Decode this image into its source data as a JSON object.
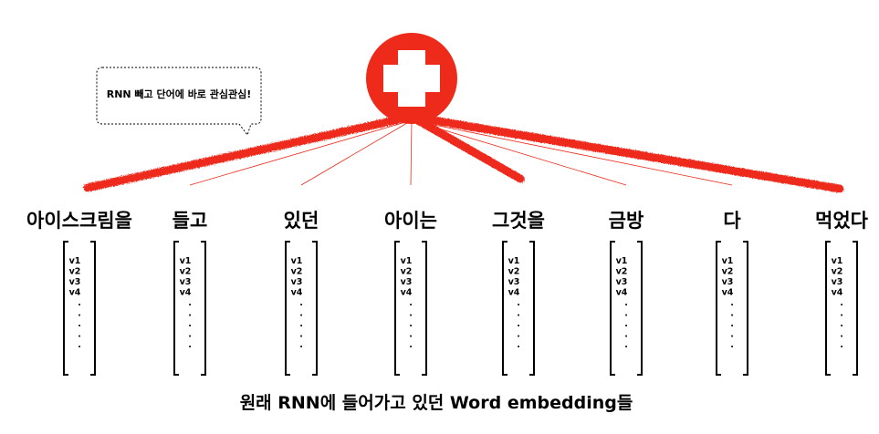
{
  "callout": {
    "text": "RNN 빼고 단어에 바로 관심관심!"
  },
  "attention_icon": {
    "name": "red-cross-icon",
    "color": "#ee2a1b"
  },
  "words": [
    {
      "label": "아이스크림을",
      "thick": true
    },
    {
      "label": "들고",
      "thick": false
    },
    {
      "label": "있던",
      "thick": false
    },
    {
      "label": "아이는",
      "thick": false
    },
    {
      "label": "그것을",
      "thick": true
    },
    {
      "label": "금방",
      "thick": false
    },
    {
      "label": "다",
      "thick": false
    },
    {
      "label": "먹었다",
      "thick": true
    }
  ],
  "vector": {
    "entries": [
      "v1",
      "v2",
      "v3",
      "v4",
      ".",
      ".",
      ".",
      ".",
      "."
    ]
  },
  "caption": "원래 RNN에 들어가고 있던 Word embedding들",
  "colors": {
    "accent": "#ee2a1b",
    "text": "#000000"
  }
}
